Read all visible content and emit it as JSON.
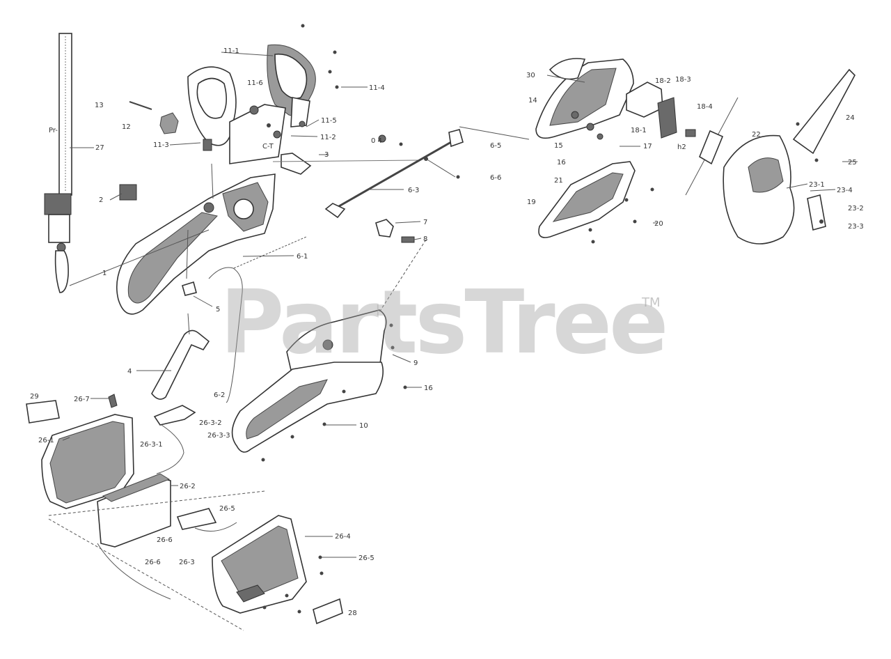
{
  "watermark": {
    "text": "PartsTree",
    "tm": "TM"
  },
  "callouts": [
    {
      "id": "c-11-1",
      "text": "11-1"
    },
    {
      "id": "c-11-6",
      "text": "11-6"
    },
    {
      "id": "c-11-4",
      "text": "11-4"
    },
    {
      "id": "c-11-5",
      "text": "11-5"
    },
    {
      "id": "c-11-2",
      "text": "11-2"
    },
    {
      "id": "c-11-3",
      "text": "11-3"
    },
    {
      "id": "c-ct",
      "text": "C-T"
    },
    {
      "id": "c-13",
      "text": "13"
    },
    {
      "id": "c-12",
      "text": "12"
    },
    {
      "id": "c-pr",
      "text": "Pr-"
    },
    {
      "id": "c-27",
      "text": "27"
    },
    {
      "id": "c-2",
      "text": "2"
    },
    {
      "id": "c-1",
      "text": "1"
    },
    {
      "id": "c-3",
      "text": "3"
    },
    {
      "id": "c-04",
      "text": "0 4"
    },
    {
      "id": "c-65",
      "text": "6-5"
    },
    {
      "id": "c-66",
      "text": "6-6"
    },
    {
      "id": "c-63",
      "text": "6-3"
    },
    {
      "id": "c-7",
      "text": "7"
    },
    {
      "id": "c-8",
      "text": "8"
    },
    {
      "id": "c-61",
      "text": "6-1"
    },
    {
      "id": "c-5",
      "text": "5"
    },
    {
      "id": "c-4",
      "text": "4"
    },
    {
      "id": "c-62",
      "text": "6-2"
    },
    {
      "id": "c-9",
      "text": "9"
    },
    {
      "id": "c-10",
      "text": "10"
    },
    {
      "id": "c-16b",
      "text": "16"
    },
    {
      "id": "c-30",
      "text": "30"
    },
    {
      "id": "c-14",
      "text": "14"
    },
    {
      "id": "c-18-2",
      "text": "18-2"
    },
    {
      "id": "c-18-3",
      "text": "18-3"
    },
    {
      "id": "c-18-4",
      "text": "18-4"
    },
    {
      "id": "c-18-1",
      "text": "18-1"
    },
    {
      "id": "c-15",
      "text": "15"
    },
    {
      "id": "c-16",
      "text": "16"
    },
    {
      "id": "c-17",
      "text": "17"
    },
    {
      "id": "c-21",
      "text": "21"
    },
    {
      "id": "c-h2",
      "text": "h2"
    },
    {
      "id": "c-19",
      "text": "19"
    },
    {
      "id": "c-20",
      "text": "20"
    },
    {
      "id": "c-24",
      "text": "24"
    },
    {
      "id": "c-22",
      "text": "22"
    },
    {
      "id": "c-25",
      "text": "25"
    },
    {
      "id": "c-23-1",
      "text": "23-1"
    },
    {
      "id": "c-23-4",
      "text": "23-4"
    },
    {
      "id": "c-23-2",
      "text": "23-2"
    },
    {
      "id": "c-23-3",
      "text": "23-3"
    },
    {
      "id": "c-29",
      "text": "29"
    },
    {
      "id": "c-26-7",
      "text": "26-7"
    },
    {
      "id": "c-26-1",
      "text": "26-1"
    },
    {
      "id": "c-26-3-2",
      "text": "26-3-2"
    },
    {
      "id": "c-26-3-3",
      "text": "26-3-3"
    },
    {
      "id": "c-26-3-1",
      "text": "26-3-1"
    },
    {
      "id": "c-26-2",
      "text": "26-2"
    },
    {
      "id": "c-26-5a",
      "text": "26-5"
    },
    {
      "id": "c-26-6a",
      "text": "26-6"
    },
    {
      "id": "c-26-6b",
      "text": "26-6"
    },
    {
      "id": "c-26-3",
      "text": "26-3"
    },
    {
      "id": "c-26-4",
      "text": "26-4"
    },
    {
      "id": "c-26-5b",
      "text": "26-5"
    },
    {
      "id": "c-28",
      "text": "28"
    }
  ]
}
